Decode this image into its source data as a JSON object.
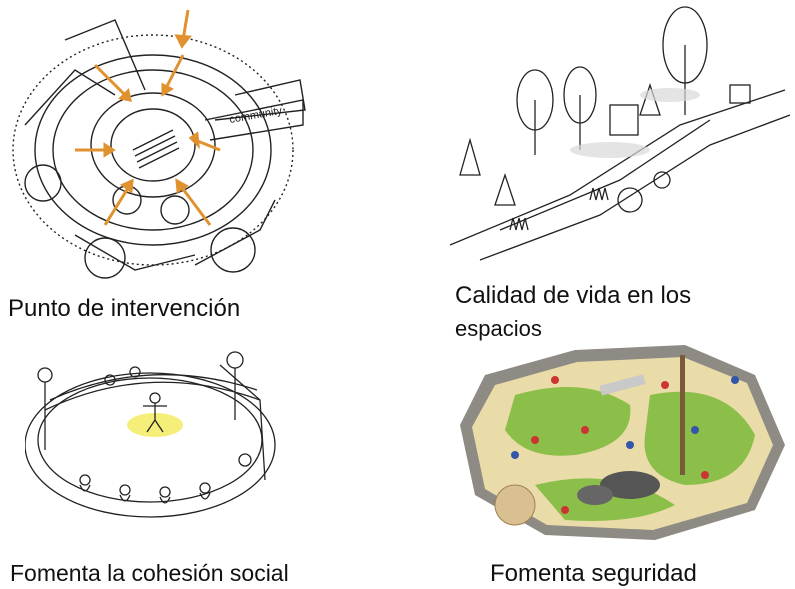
{
  "captions": {
    "top_left": "Punto de intervención",
    "top_right_line1": "Calidad de vida en los",
    "top_right_line2": "espacios",
    "bottom_left": "Fomenta la cohesión social",
    "bottom_right": "Fomenta seguridad"
  },
  "sketch_labels": {
    "community": "community"
  },
  "icons": {
    "top_left": "radial-intervention-diagram-sketch",
    "top_right": "linear-park-sketch",
    "bottom_left": "amphitheater-plaza-sketch",
    "bottom_right": "playground-rendering"
  },
  "colors": {
    "arrow": "#e0922f",
    "grass": "#8cbf4a",
    "sand": "#e9dca9",
    "highlight": "#f5ef7a",
    "border": "#8e8a84"
  }
}
